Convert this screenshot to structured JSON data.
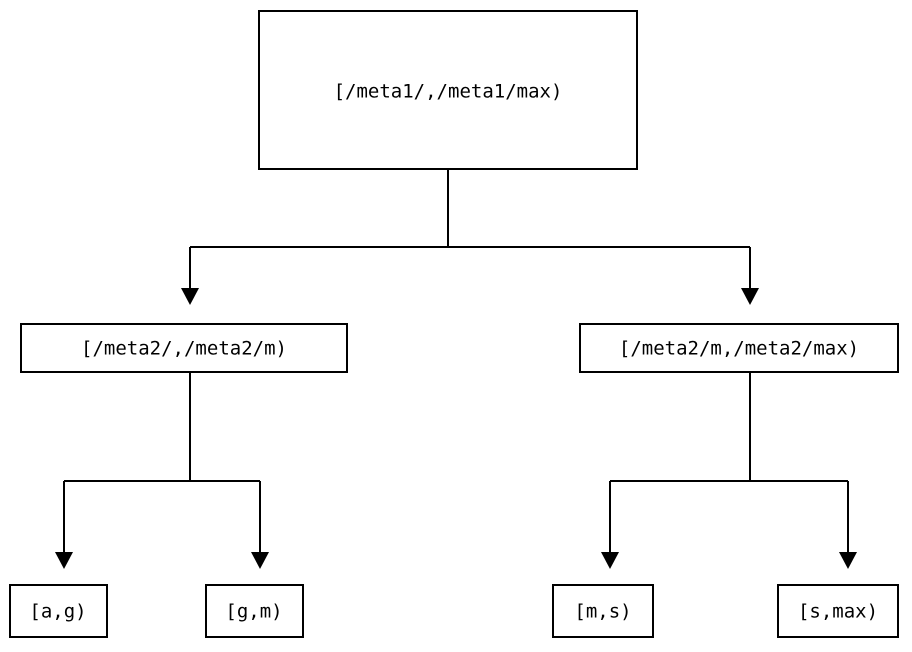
{
  "diagram": {
    "type": "tree",
    "title": "",
    "background_color": "#ffffff",
    "stroke_color": "#000000",
    "text_color": "#000000",
    "nodes": {
      "root": {
        "label": "[/meta1/,/meta1/max)"
      },
      "mid_left": {
        "label": "[/meta2/,/meta2/m)"
      },
      "mid_right": {
        "label": "[/meta2/m,/meta2/max)"
      },
      "leaf_1": {
        "label": "[a,g)"
      },
      "leaf_2": {
        "label": "[g,m)"
      },
      "leaf_3": {
        "label": "[m,s)"
      },
      "leaf_4": {
        "label": "[s,max)"
      }
    },
    "edges": [
      {
        "from": "root",
        "to": "mid_left"
      },
      {
        "from": "root",
        "to": "mid_right"
      },
      {
        "from": "mid_left",
        "to": "leaf_1"
      },
      {
        "from": "mid_left",
        "to": "leaf_2"
      },
      {
        "from": "mid_right",
        "to": "leaf_3"
      },
      {
        "from": "mid_right",
        "to": "leaf_4"
      }
    ]
  }
}
